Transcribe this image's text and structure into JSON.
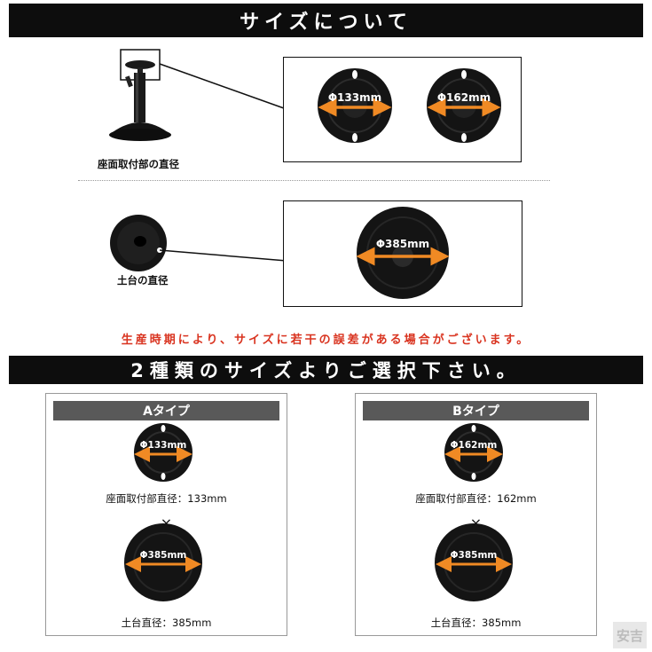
{
  "header": {
    "title": "サイズについて"
  },
  "seat_mount": {
    "caption": "座面取付部の直径",
    "small_label": "Φ133mm",
    "large_label": "Φ162mm"
  },
  "base": {
    "caption": "土台の直径",
    "label": "Φ385mm"
  },
  "notice": "生産時期により、サイズに若干の誤差がある場合がございます。",
  "choose_banner": "2種類のサイズよりご選択下さい。",
  "type_a": {
    "title": "Aタイプ",
    "plate_label": "Φ133mm",
    "plate_spec": "座面取付部直径：133mm",
    "times": "×",
    "base_label": "Φ385mm",
    "base_spec": "土台直径：385mm"
  },
  "type_b": {
    "title": "Bタイプ",
    "plate_label": "Φ162mm",
    "plate_spec": "座面取付部直径：162mm",
    "times": "×",
    "base_label": "Φ385mm",
    "base_spec": "土台直径：385mm"
  },
  "watermark": "安吉",
  "colors": {
    "accent_arrow": "#f08a24",
    "notice_red": "#d9331f",
    "banner_bg": "#0d0d0d",
    "panel_head": "#595959"
  }
}
